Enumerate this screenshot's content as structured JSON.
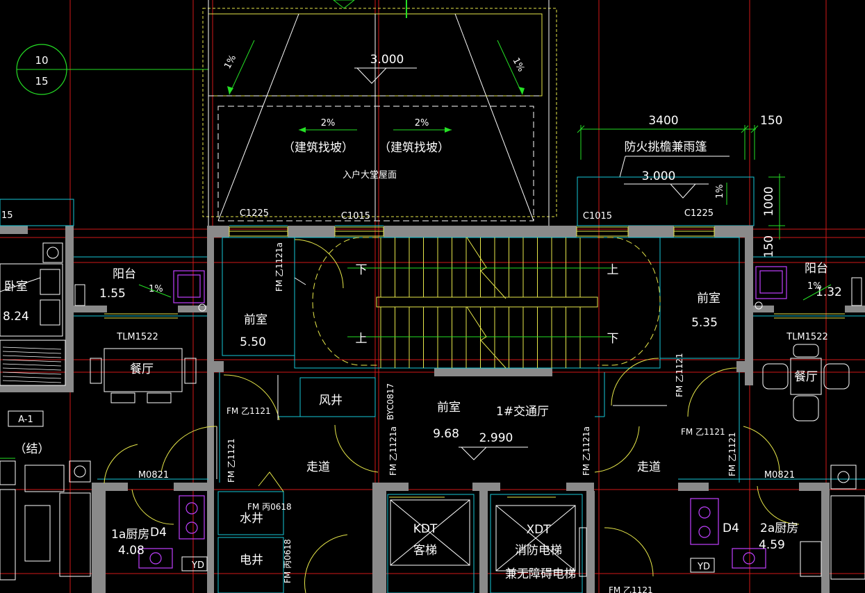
{
  "colors": {
    "background": "#000000",
    "grid": "#d21818",
    "wall": "#8a8a8a",
    "cyan": "#16c8d8",
    "yellow": "#e8e84a",
    "green": "#25e025",
    "magenta": "#c040ff",
    "white": "#ffffff"
  },
  "axis_bubble": {
    "top": "10",
    "bottom": "15"
  },
  "canopy": {
    "elevation": "3.000",
    "slope_left": "1%",
    "slope_right": "1%",
    "roof_slope_left": "2%",
    "roof_slope_right": "2%",
    "roof_note_left": "（建筑找坡）",
    "roof_note_right": "（建筑找坡）",
    "roof_name": "入户大堂屋面"
  },
  "fire_canopy": {
    "dim_width": "3400",
    "dim_offset": "150",
    "name": "防火挑檐兼雨篷",
    "elevation": "3.000",
    "slope": "1%",
    "dim_height": "1000",
    "dim_side": "150"
  },
  "windows": {
    "c1225_left": "C1225",
    "c1015_left": "C1015",
    "c1015_right": "C1015",
    "c1225_right": "C1225",
    "edge_left": "15"
  },
  "rooms": {
    "bedroom": {
      "name": "卧室",
      "area": "8.24"
    },
    "balcony_left": {
      "name": "阳台",
      "area": "1.55",
      "slope": "1%"
    },
    "dining_left": {
      "name": "餐厅",
      "door": "TLM1522"
    },
    "front_room_left": {
      "name": "前室",
      "area": "5.50"
    },
    "stair": {
      "down_top": "下",
      "up_top": "上",
      "up_bottom": "上",
      "down_bottom": "下"
    },
    "front_room_right": {
      "name": "前室",
      "area": "5.35"
    },
    "balcony_right": {
      "name": "阳台",
      "area": "1.32",
      "slope": "1%"
    },
    "dining_right": {
      "name": "餐厅",
      "door": "TLM1522"
    },
    "air_shaft": {
      "name": "风井"
    },
    "lobby": {
      "name": "前室",
      "area": "9.68",
      "hall": "1#交通厅",
      "elevation": "2.990"
    },
    "corridor_left": {
      "name": "走道"
    },
    "corridor_right": {
      "name": "走道"
    },
    "water_shaft": {
      "name": "水井",
      "door": "FM 丙0618"
    },
    "elec_shaft": {
      "name": "电井",
      "door": "FM 丙0618"
    },
    "elevator_kdt": {
      "code": "KDT",
      "name": "客梯"
    },
    "elevator_xdt": {
      "code": "XDT",
      "name": "消防电梯",
      "name2": "兼无障碍电梯"
    },
    "kitchen_left": {
      "name": "1a厨房",
      "fixture": "D4",
      "area": "4.08",
      "yd": "YD"
    },
    "kitchen_right": {
      "name": "2a厨房",
      "fixture": "D4",
      "area": "4.59",
      "yd": "YD"
    }
  },
  "doors": {
    "fm_front_left": "FM 乙1121a",
    "fm_lobby_left": "FM 乙1121",
    "fm_corr_left": "FM 乙1121",
    "fm_lobby_v_left": "FM 乙1121a",
    "fm_lobby_v_right": "FM 乙1121a",
    "fm_front_right": "FM 乙1121",
    "fm_corr_right_h": "FM 乙1121",
    "fm_corr_right_v": "FM 乙1121",
    "fm_bottom": "FM 乙1121",
    "byc": "BYC0817",
    "m0821_left": "M0821",
    "m0821_right": "M0821"
  },
  "section": {
    "tag": "A-1",
    "note": "（结）"
  }
}
